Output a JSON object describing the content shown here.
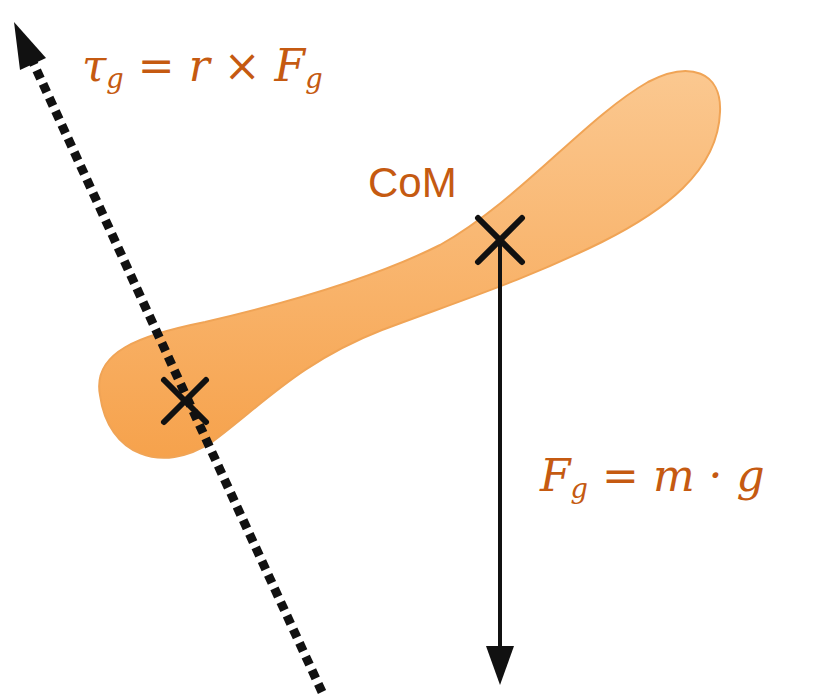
{
  "diagram": {
    "labels": [
      "τg = r × Fg",
      "CoM",
      "Fg = m · g"
    ]
  }
}
